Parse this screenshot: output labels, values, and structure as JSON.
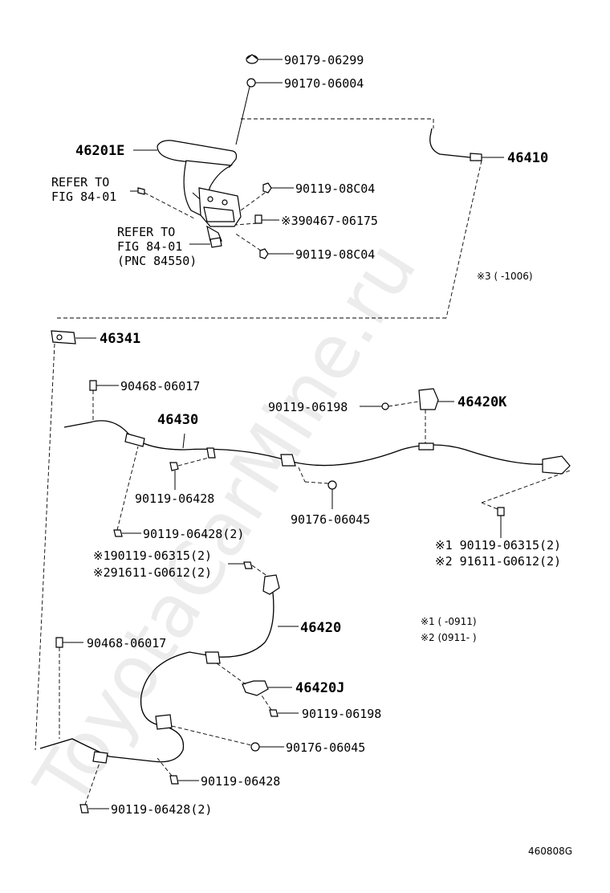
{
  "labels": {
    "p90179_06299": "90179-06299",
    "p90170_06004": "90170-06004",
    "p46201E": "46201E",
    "p46410": "46410",
    "refer1_line1": "REFER TO",
    "refer1_line2": "FIG 84-01",
    "p90119_08C04_a": "90119-08C04",
    "p90467_06175": "※390467-06175",
    "refer2_line1": "REFER TO",
    "refer2_line2": "FIG 84-01",
    "refer2_line3": "(PNC 84550)",
    "p90119_08C04_b": "90119-08C04",
    "note3": "※3 (   -1006)",
    "p46341": "46341",
    "p90468_06017_a": "90468-06017",
    "p90119_06198_a": "90119-06198",
    "p46420K": "46420K",
    "p46430": "46430",
    "p90119_06428_a": "90119-06428",
    "p90176_06045_a": "90176-06045",
    "p90119_06428_2a": "90119-06428(2)",
    "s1_90119_06315_a": "※190119-06315(2)",
    "s2_91611_G0612_a": "※291611-G0612(2)",
    "s1_90119_06315_b": "※1 90119-06315(2)",
    "s2_91611_G0612_b": "※2 91611-G0612(2)",
    "p46420": "46420",
    "note1": "※1 (   -0911)",
    "note2": "※2 (0911-   )",
    "p90468_06017_b": "90468-06017",
    "p46420J": "46420J",
    "p90119_06198_b": "90119-06198",
    "p90176_06045_b": "90176-06045",
    "p90119_06428_b": "90119-06428",
    "p90119_06428_2b": "90119-06428(2)",
    "figure_code": "460808G"
  },
  "watermark": "ToyotaCarMine.ru"
}
